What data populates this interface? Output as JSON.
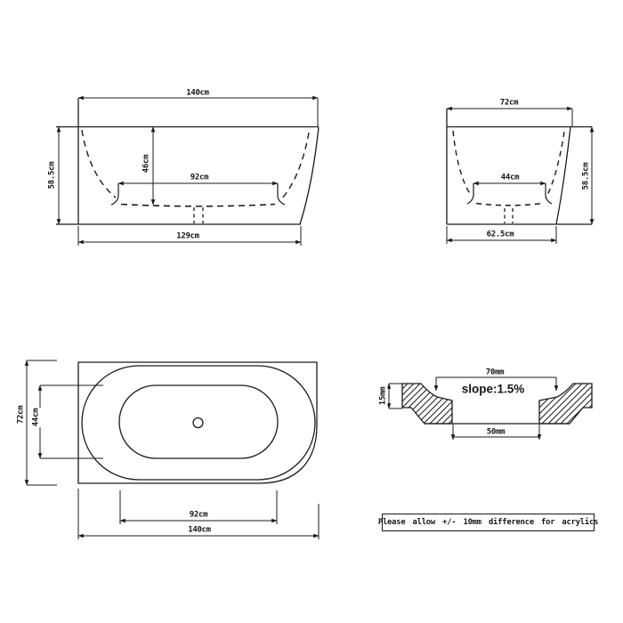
{
  "drawing": {
    "front_view": {
      "width_top": "140cm",
      "height": "58.5cm",
      "depth_inner": "46cm",
      "width_inner": "92cm",
      "width_bottom": "129cm"
    },
    "side_view": {
      "width_top": "72cm",
      "height": "58.5cm",
      "width_inner": "44cm",
      "width_bottom": "62.5cm"
    },
    "plan_view": {
      "width": "72cm",
      "width_inner": "44cm",
      "length_inner": "92cm",
      "length": "140cm"
    },
    "section_detail": {
      "width_top": "70mm",
      "slope": "slope:1.5%",
      "depth": "15mm",
      "width_bottom": "50mm"
    },
    "note": "Please allow +/- 10mm difference for acrylics",
    "colors": {
      "line": "#1b1b1b",
      "background": "#ffffff"
    }
  }
}
